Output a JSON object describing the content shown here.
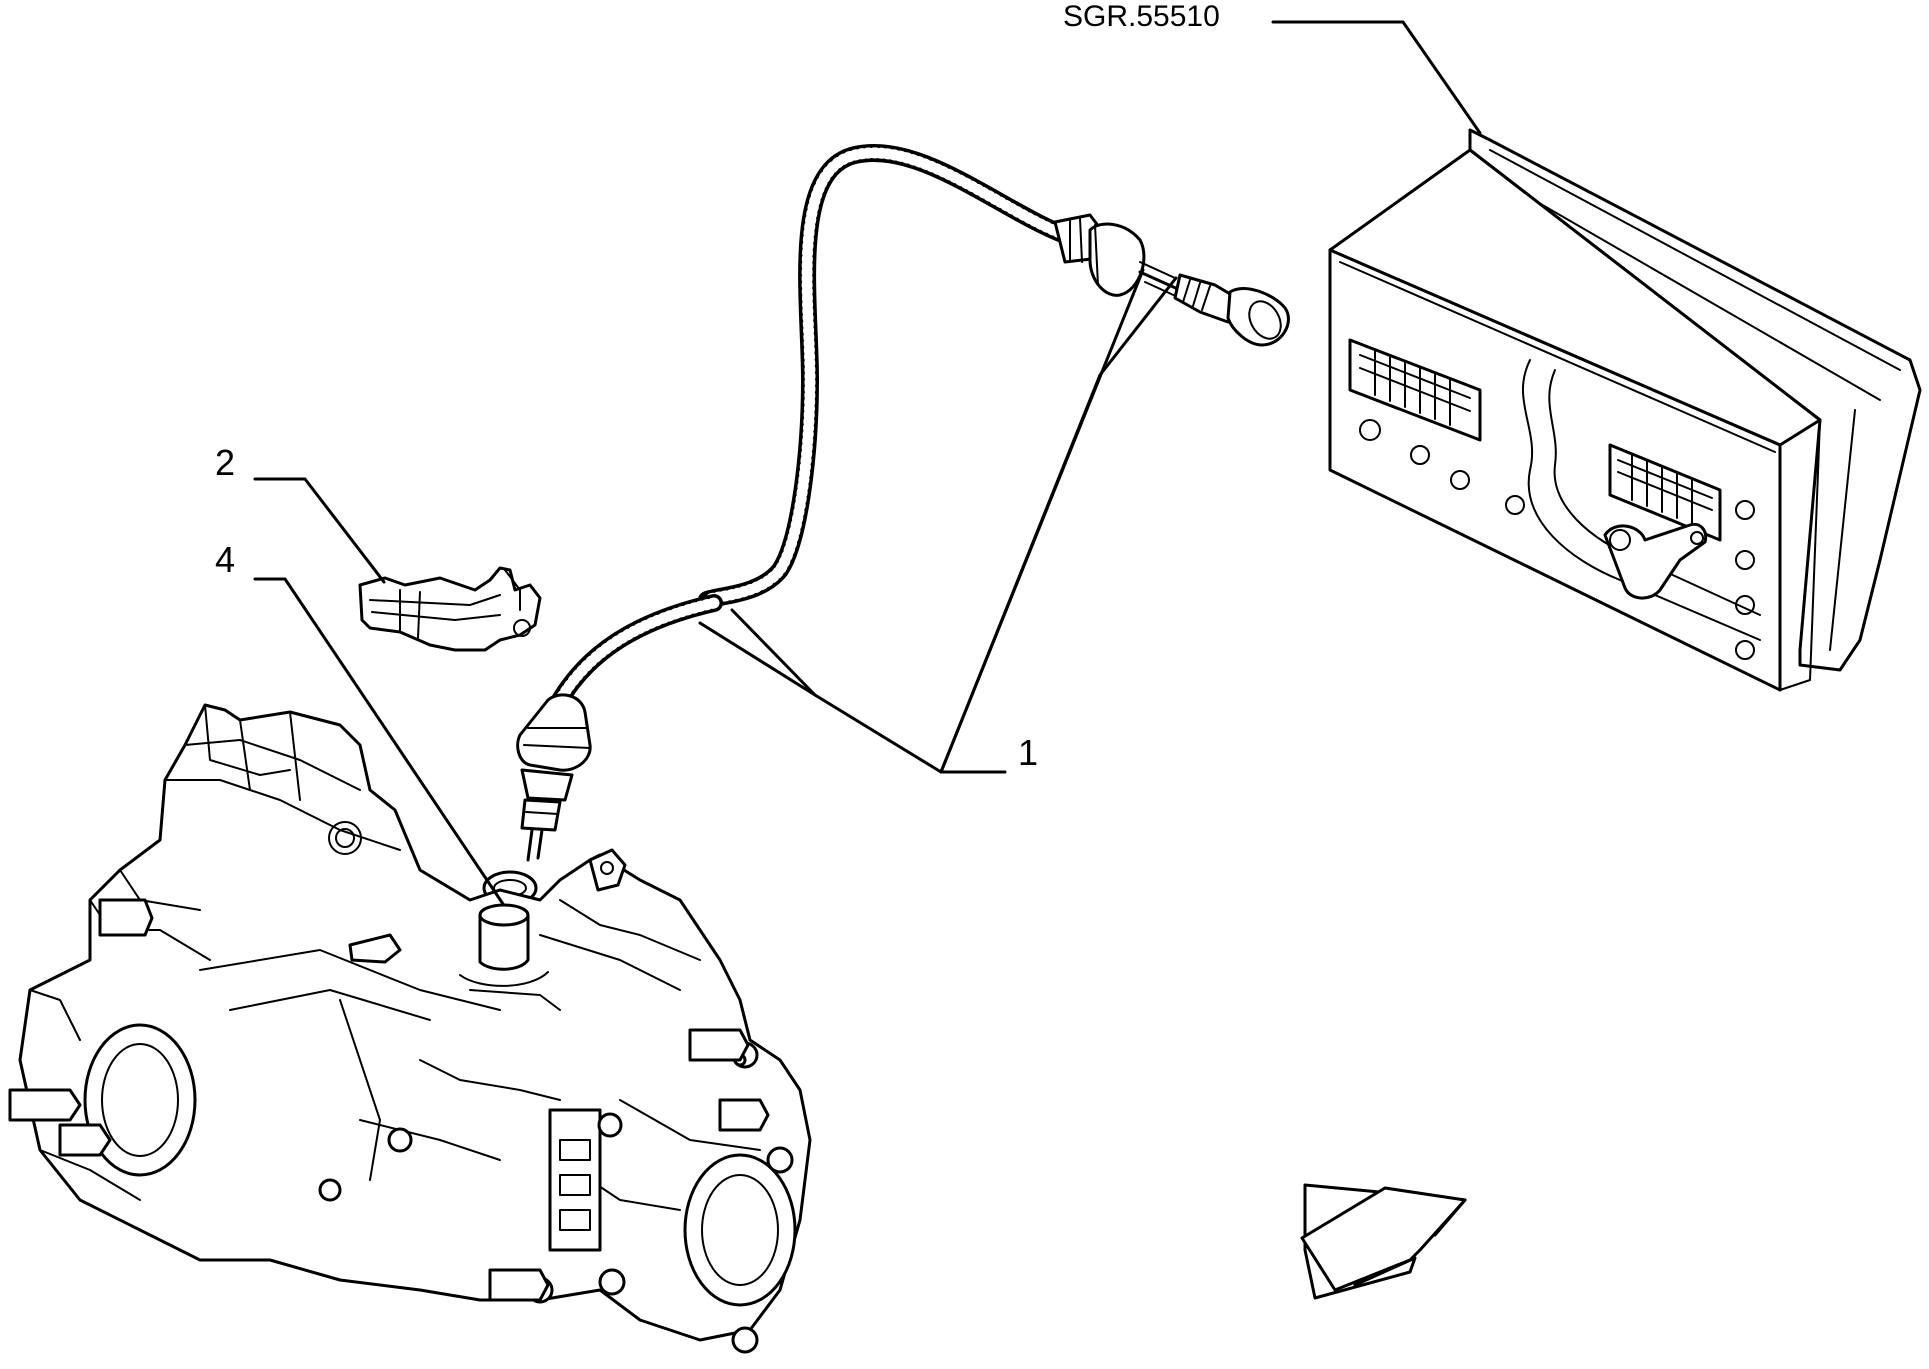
{
  "drawing_code": "SGR.55510",
  "callouts": {
    "cable": "1",
    "clip": "2",
    "seal": "4"
  },
  "parts": {
    "cable": "speedometer-cable",
    "clip": "cable-retaining-clip",
    "seal": "o-ring-seal",
    "instrument_panel": "instrument-cluster",
    "gearbox": "gearbox-housing"
  },
  "icons": {
    "direction": "direction-arrow-icon"
  },
  "colors": {
    "ink": "#000000",
    "paper": "#ffffff"
  }
}
